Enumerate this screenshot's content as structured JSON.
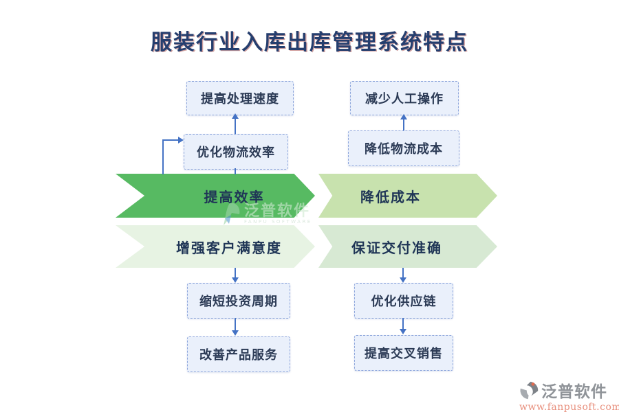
{
  "title": "服装行业入库出库管理系统特点",
  "banners": {
    "efficiency": {
      "label": "提高效率",
      "color": "#57ba62"
    },
    "cost": {
      "label": "降低成本",
      "color": "#c8e2ae"
    },
    "satisfaction": {
      "label": "增强客户满意度",
      "color": "#e7f3e3"
    },
    "delivery": {
      "label": "保证交付准确",
      "color": "#d7e9d3"
    }
  },
  "boxes": {
    "top_left": [
      "提高处理速度",
      "优化物流效率"
    ],
    "top_right": [
      "减少人工操作",
      "降低物流成本"
    ],
    "bottom_left": [
      "缩短投资周期",
      "改善产品服务"
    ],
    "bottom_right": [
      "优化供应链",
      "提高交叉销售"
    ]
  },
  "watermark": {
    "brand": "泛普软件",
    "subtitle": "FANPU SOFTWARE"
  },
  "footer": {
    "brand": "泛普软件",
    "url": "www.fanpusoft.com"
  },
  "colors": {
    "title_text": "#253e6e",
    "connector_blue": "#4472c4",
    "box_fill": "#eaf0fb",
    "box_border": "#8ca5db"
  }
}
